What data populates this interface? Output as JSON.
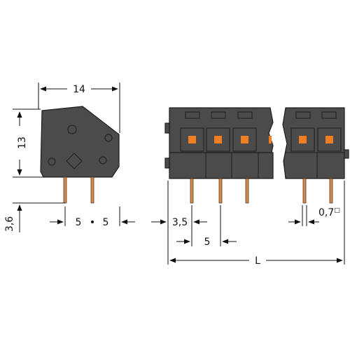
{
  "dimensions": {
    "side_width": "14",
    "side_height": "13",
    "pin_offset": "3,6",
    "pitch_left": "5",
    "pitch_right": "5",
    "edge_offset": "3,5",
    "pitch": "5",
    "pin_size": "0,7",
    "pin_size_mark": "□",
    "total_length": "L"
  },
  "colors": {
    "housing": "#4b4b4b",
    "actuator": "#f07f23",
    "pin": "#d08a4c",
    "line": "#111111"
  }
}
